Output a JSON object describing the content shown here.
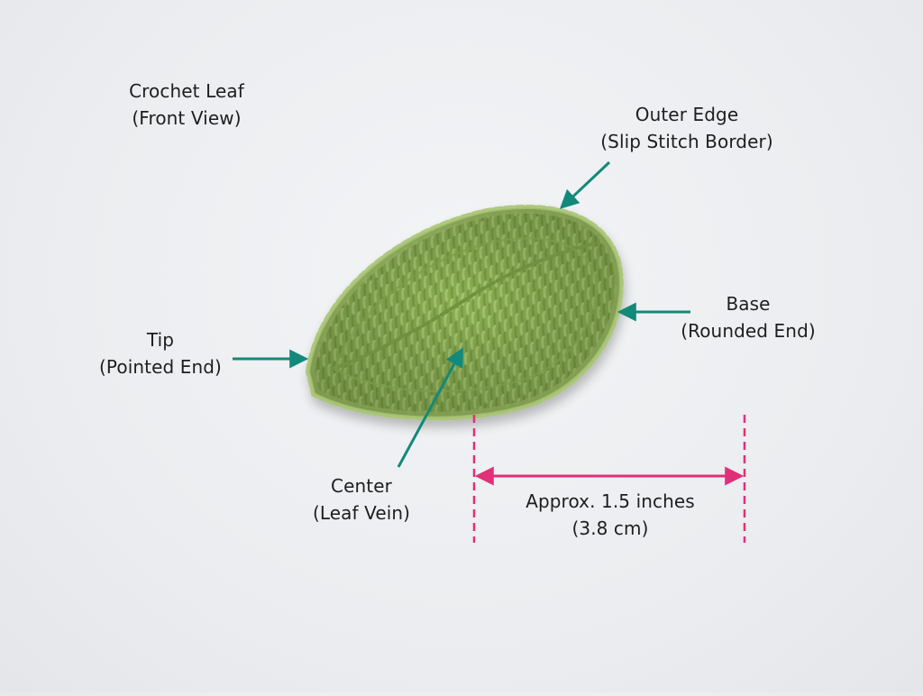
{
  "title": {
    "line1": "Crochet Leaf",
    "line2": "(Front View)"
  },
  "annotations": {
    "outer_edge": {
      "line1": "Outer Edge",
      "line2": "(Slip Stitch Border)"
    },
    "base": {
      "line1": "Base",
      "line2": "(Rounded End)"
    },
    "tip": {
      "line1": "Tip",
      "line2": "(Pointed End)"
    },
    "center": {
      "line1": "Center",
      "line2": "(Leaf Vein)"
    }
  },
  "measurement": {
    "line1": "Approx. 1.5 inches",
    "line2": "(3.8 cm)"
  },
  "colors": {
    "arrow": "#13897a",
    "measure": "#e0307a",
    "leaf": "#8cb053",
    "leaf_dark": "#6f9140",
    "background": "#eceef1"
  }
}
